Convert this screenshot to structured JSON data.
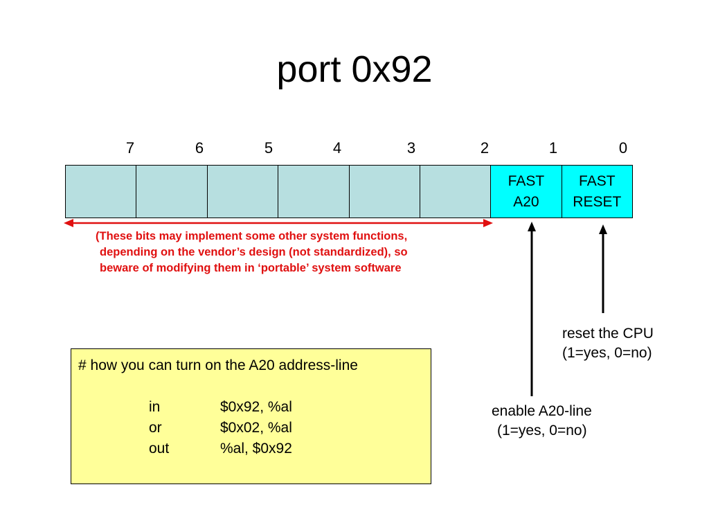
{
  "title": "port 0x92",
  "bit_numbers": [
    "7",
    "6",
    "5",
    "4",
    "3",
    "2",
    "1",
    "0"
  ],
  "register_cells": [
    {
      "bit": "7",
      "label": []
    },
    {
      "bit": "6",
      "label": []
    },
    {
      "bit": "5",
      "label": []
    },
    {
      "bit": "4",
      "label": []
    },
    {
      "bit": "3",
      "label": []
    },
    {
      "bit": "2",
      "label": []
    },
    {
      "bit": "1",
      "label": [
        "FAST",
        "A20"
      ]
    },
    {
      "bit": "0",
      "label": [
        "FAST",
        "RESET"
      ]
    }
  ],
  "colors": {
    "unused_bit": "#b7dfe0",
    "defined_bit": "#00ffff",
    "warning_text": "#e01010",
    "code_box": "#ffff99"
  },
  "warning": {
    "line1": "(These bits may implement some other system functions,",
    "line2": "depending on the vendor’s design (not standardized), so",
    "line3": "beware of modifying them in ‘portable’ system software"
  },
  "annotations": {
    "reset": {
      "line1": "reset the CPU",
      "line2": "(1=yes, 0=no)"
    },
    "a20": {
      "line1": "enable A20-line",
      "line2": "(1=yes, 0=no)"
    }
  },
  "code": {
    "comment": "# how you can turn on the A20 address-line",
    "lines": [
      {
        "mnemonic": "in",
        "operands": "$0x92, %al"
      },
      {
        "mnemonic": "or",
        "operands": "$0x02, %al"
      },
      {
        "mnemonic": "out",
        "operands": "%al, $0x92"
      }
    ]
  }
}
